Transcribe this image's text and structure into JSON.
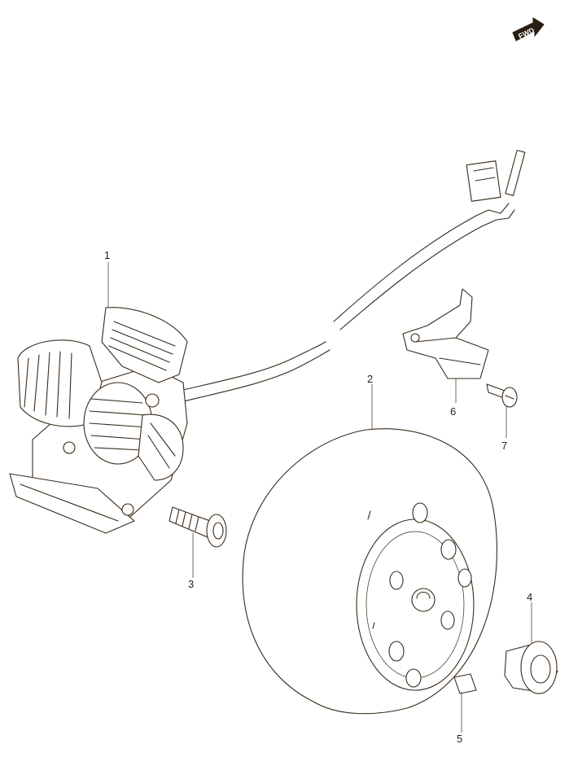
{
  "fwd_badge": {
    "label": "FWD",
    "icon": "forward-arrow-icon"
  },
  "callouts": [
    {
      "id": "1",
      "label": "1"
    },
    {
      "id": "2",
      "label": "2"
    },
    {
      "id": "3",
      "label": "3"
    },
    {
      "id": "4",
      "label": "4"
    },
    {
      "id": "5",
      "label": "5"
    },
    {
      "id": "6",
      "label": "6"
    },
    {
      "id": "7",
      "label": "7"
    }
  ],
  "colors": {
    "line": "#3a2a1a",
    "background": "#ffffff"
  }
}
